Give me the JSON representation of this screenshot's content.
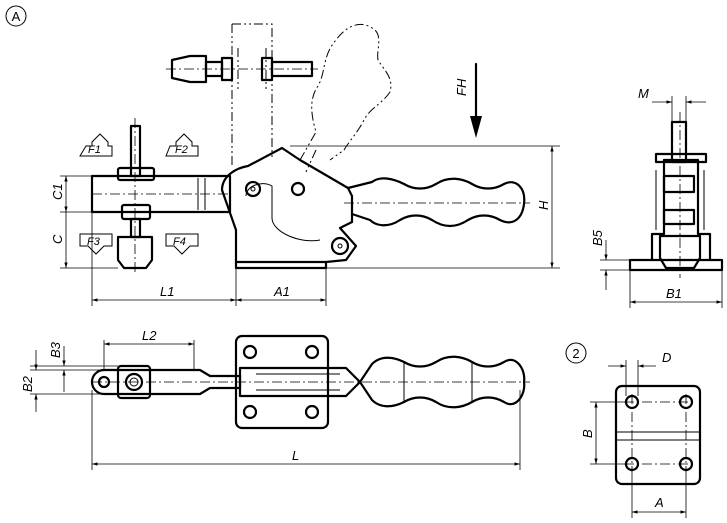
{
  "markers": {
    "view_a": "A",
    "view_2": "2"
  },
  "force_labels": {
    "f1": "F1",
    "f2": "F2",
    "f3": "F3",
    "f4": "F4",
    "fh": "FH"
  },
  "dims": {
    "c1": "C1",
    "c": "C",
    "h": "H",
    "l1": "L1",
    "a1": "A1",
    "m": "M",
    "b5": "B5",
    "b1": "B1",
    "b3": "B3",
    "b2": "B2",
    "l2": "L2",
    "l": "L",
    "d": "D",
    "b": "B",
    "a": "A"
  }
}
